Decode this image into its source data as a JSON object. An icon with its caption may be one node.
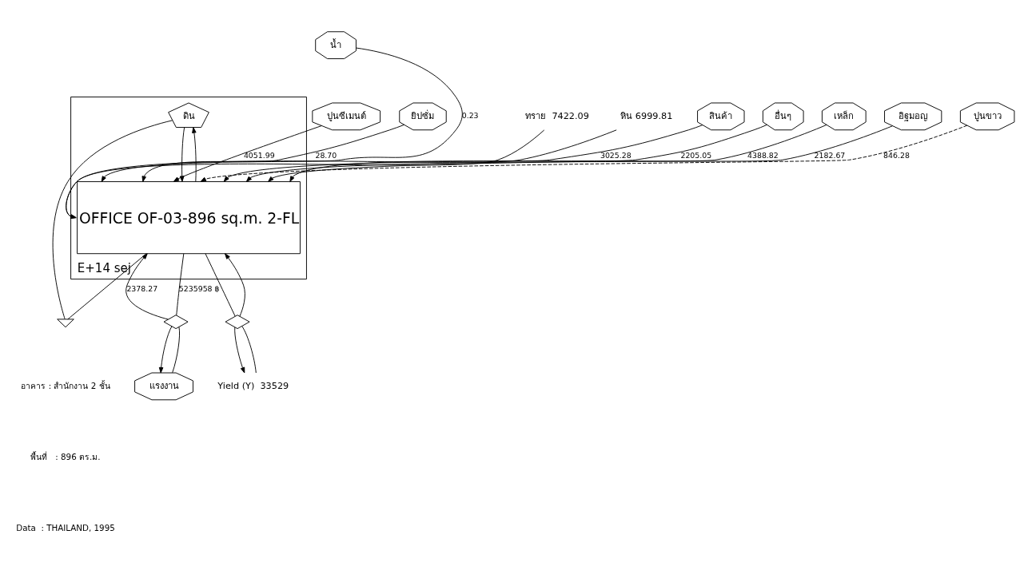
{
  "diagram": {
    "nodes": [
      {
        "text": [
          "E+14 sej"
        ]
      },
      {
        "text": [
          "ยิปซั่ม"
        ]
      },
      {
        "text": [
          "ปูนซีเมนต์"
        ]
      },
      {
        "text": [
          "ปูนขาว"
        ]
      },
      {
        "text": [
          "อิฐมอญ"
        ]
      },
      {
        "text": [
          "เหล็ก"
        ]
      },
      {
        "text": [
          "อื่นๆ"
        ]
      },
      {
        "text": [
          "สินค้า"
        ]
      },
      {
        "text": [
          "น้ำ"
        ]
      },
      {
        "text": [
          "แรงงาน"
        ]
      },
      {
        "text": [
          "ดิน"
        ],
        "in": 0
      },
      {
        "text": [
          "OFFICE OF-03-896 sq.m. 2-FL"
        ],
        "in": 0
      },
      {
        "text": [
          "หิน 6999.81"
        ]
      },
      {
        "text": [
          "ทราย  7422.09"
        ]
      },
      {
        "text": [
          "Yield (Y)  33529"
        ]
      },
      {
        "text": [],
        "shape": "diamond"
      },
      {
        "text": [],
        "shape": "diamond"
      },
      {
        "text": [],
        "shape": "ground"
      }
    ],
    "edges": [
      {
        "from": 1,
        "to": 11,
        "arrow": "to",
        "label": "28.70"
      },
      {
        "from": 2,
        "to": 11,
        "arrow": "to",
        "label": "4051.99"
      },
      {
        "from": 3,
        "to": 11,
        "arrow": "to",
        "label": "846.28",
        "style": "dashed"
      },
      {
        "from": 4,
        "to": 11,
        "arrow": "to",
        "label": "2182.67"
      },
      {
        "from": 5,
        "to": 11,
        "arrow": "to",
        "label": "4388.82"
      },
      {
        "from": 6,
        "to": 11,
        "arrow": "to",
        "label": "2205.05"
      },
      {
        "from": 7,
        "to": 11,
        "arrow": "to",
        "label": "3025.28"
      },
      {
        "from": 8,
        "to": 11,
        "arrow": "to",
        "label": "0.23"
      },
      {
        "from": 10,
        "to": 11,
        "arrow": "to"
      },
      {
        "from": 11,
        "to": 10,
        "arrow": "to"
      },
      {
        "from": 12,
        "to": 11,
        "arrow": "to"
      },
      {
        "from": 13,
        "to": 11,
        "arrow": "to"
      },
      {
        "from": 9,
        "to": 15,
        "arrow": "none"
      },
      {
        "from": 15,
        "to": 11,
        "arrow": "to",
        "label": "2378.27"
      },
      {
        "from": 11,
        "to": 15,
        "arrow": "none",
        "label": "5235958 ฿"
      },
      {
        "from": 15,
        "to": 9,
        "arrow": "to"
      },
      {
        "from": 14,
        "to": 16,
        "arrow": "none"
      },
      {
        "from": 16,
        "to": 11,
        "arrow": "to"
      },
      {
        "from": 11,
        "to": 16,
        "arrow": "none"
      },
      {
        "from": 16,
        "to": 14,
        "arrow": "to"
      },
      {
        "from": 11,
        "to": 17,
        "arrow": "none"
      },
      {
        "from": 10,
        "to": 17,
        "arrow": "none"
      }
    ],
    "labels": [
      "อาคาร : สำนักงาน 2 ชั้น",
      "พื้นที่   : 896 ตร.ม.",
      "Data  : THAILAND, 1995"
    ]
  }
}
